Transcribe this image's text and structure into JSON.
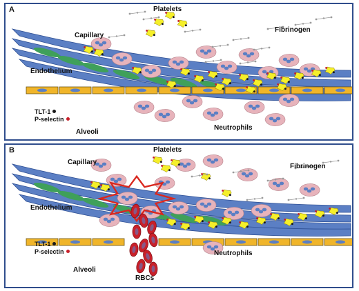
{
  "panel_a": {
    "letter": "A",
    "labels": {
      "platelets": "Platelets",
      "capillary": "Capillary",
      "fibrinogen": "Fibrinogen",
      "endothelium": "Endothelium",
      "neutrophils": "Neutrophils",
      "alveoli": "Alveoli"
    },
    "legend": [
      {
        "label": "TLT-1",
        "color": "#1a1a1a"
      },
      {
        "label": "P-selectin",
        "color": "#c8202a"
      }
    ]
  },
  "panel_b": {
    "letter": "B",
    "labels": {
      "platelets": "Platelets",
      "capillary": "Capillary",
      "fibrinogen": "Fibrinogen",
      "endothelium": "Endothelium",
      "neutrophils": "Neutrophils",
      "alveoli": "Alveoli",
      "rbcs": "RBCs"
    },
    "legend": [
      {
        "label": "TLT-1",
        "color": "#1a1a1a"
      },
      {
        "label": "P-selectin",
        "color": "#c8202a"
      }
    ]
  },
  "colors": {
    "border": "#2f4d8c",
    "endothelium": "#5b7fc4",
    "endothelium_inner": "#3fa05a",
    "epithelium": "#f0b52a",
    "neutrophil": "#e7b3bb",
    "neutrophil_nucleus": "#5b7fc4",
    "platelet": "#f5ef2a",
    "rbc": "#c8202a",
    "injury": "#d9281f"
  }
}
